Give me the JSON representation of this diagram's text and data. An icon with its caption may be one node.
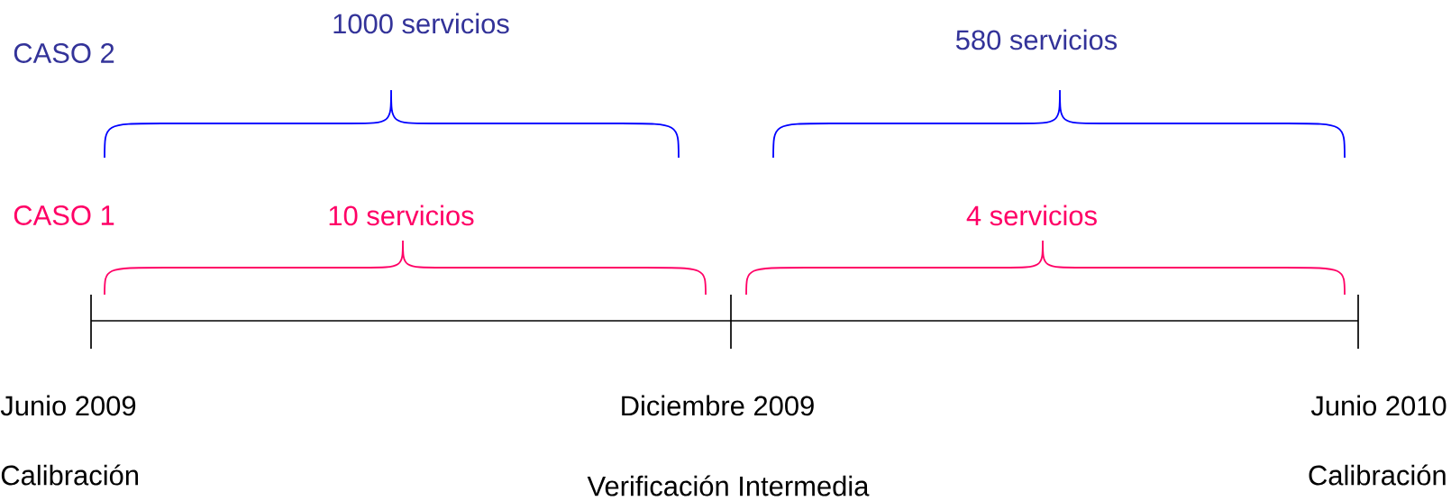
{
  "diagram": {
    "labels": [
      "1000 servicios",
      "CASO 2",
      "580 servicios",
      "CASO 1",
      "10 servicios",
      "4 servicios",
      "Junio 2009",
      "Diciembre 2009",
      "Junio 2010",
      "Calibración",
      "Verificación Intermedia",
      "Calibración"
    ]
  }
}
